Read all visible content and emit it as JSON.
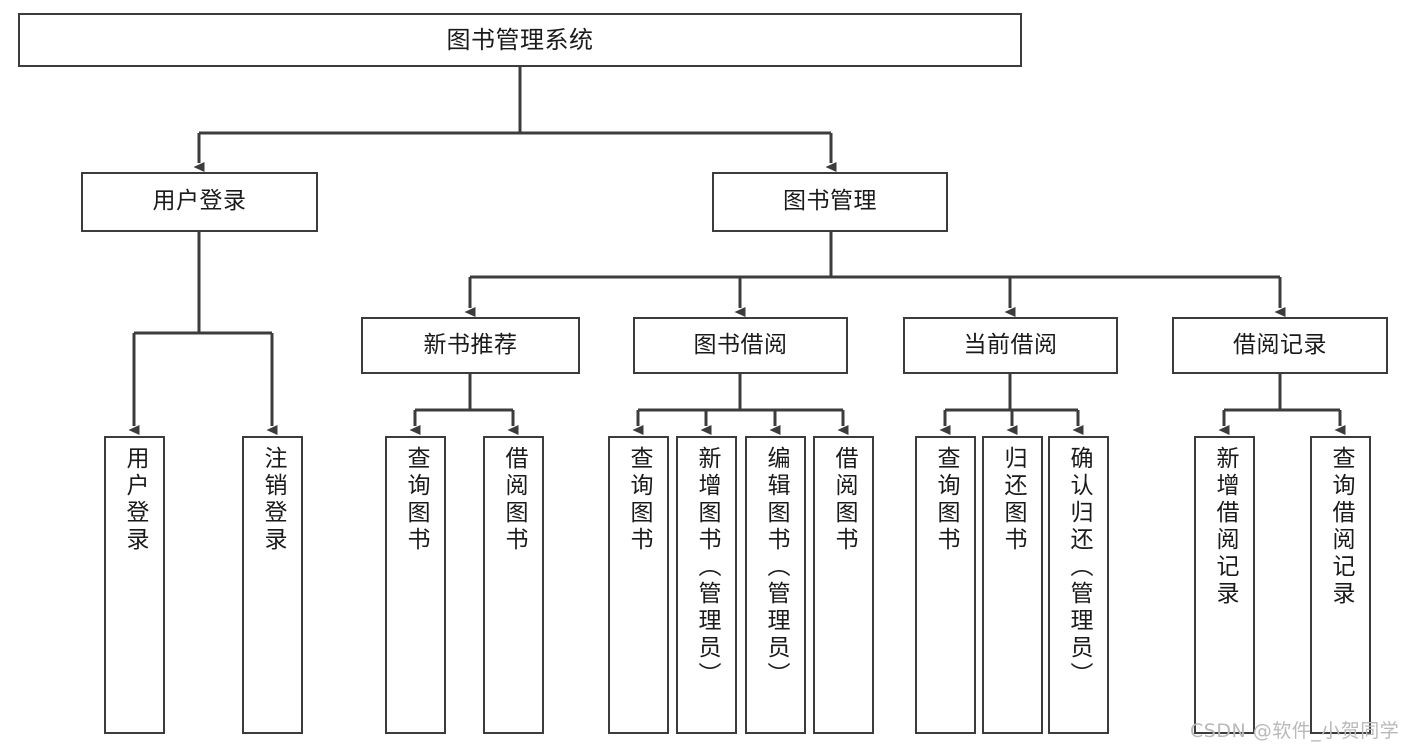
{
  "diagram": {
    "title": "图书管理系统",
    "type": "tree-structure-chart",
    "line_color": "#3c3c3c",
    "box_fill": "#ffffff",
    "text_color": "#1a1a1a"
  },
  "nodes": {
    "root": {
      "label": "图书管理系统",
      "orientation": "horizontal"
    },
    "level2": [
      {
        "id": "user-login",
        "label": "用户登录",
        "orientation": "horizontal"
      },
      {
        "id": "book-manage",
        "label": "图书管理",
        "orientation": "horizontal"
      }
    ],
    "level3": [
      {
        "id": "new-book-rec",
        "label": "新书推荐",
        "orientation": "horizontal"
      },
      {
        "id": "book-borrow",
        "label": "图书借阅",
        "orientation": "horizontal"
      },
      {
        "id": "current-borrow",
        "label": "当前借阅",
        "orientation": "horizontal"
      },
      {
        "id": "borrow-record",
        "label": "借阅记录",
        "orientation": "horizontal"
      }
    ],
    "leaves": [
      {
        "id": "leaf-user-login",
        "parent": "user-login",
        "label": "用户登录",
        "orientation": "vertical"
      },
      {
        "id": "leaf-logout",
        "parent": "user-login",
        "label": "注销登录",
        "orientation": "vertical"
      },
      {
        "id": "leaf-query-book-1",
        "parent": "new-book-rec",
        "label": "查询图书",
        "orientation": "vertical"
      },
      {
        "id": "leaf-borrow-book-1",
        "parent": "new-book-rec",
        "label": "借阅图书",
        "orientation": "vertical"
      },
      {
        "id": "leaf-query-book-2",
        "parent": "book-borrow",
        "label": "查询图书",
        "orientation": "vertical"
      },
      {
        "id": "leaf-add-book",
        "parent": "book-borrow",
        "label": "新增图书（管理员）",
        "orientation": "vertical"
      },
      {
        "id": "leaf-edit-book",
        "parent": "book-borrow",
        "label": "编辑图书（管理员）",
        "orientation": "vertical"
      },
      {
        "id": "leaf-borrow-book-2",
        "parent": "book-borrow",
        "label": "借阅图书",
        "orientation": "vertical"
      },
      {
        "id": "leaf-query-book-3",
        "parent": "current-borrow",
        "label": "查询图书",
        "orientation": "vertical"
      },
      {
        "id": "leaf-return-book",
        "parent": "current-borrow",
        "label": "归还图书",
        "orientation": "vertical"
      },
      {
        "id": "leaf-confirm-return",
        "parent": "current-borrow",
        "label": "确认归还（管理员）",
        "orientation": "vertical"
      },
      {
        "id": "leaf-add-record",
        "parent": "borrow-record",
        "label": "新增借阅记录",
        "orientation": "vertical"
      },
      {
        "id": "leaf-query-record",
        "parent": "borrow-record",
        "label": "查询借阅记录",
        "orientation": "vertical"
      }
    ]
  },
  "watermark": {
    "text": "CSDN @软件_小贺同学"
  }
}
